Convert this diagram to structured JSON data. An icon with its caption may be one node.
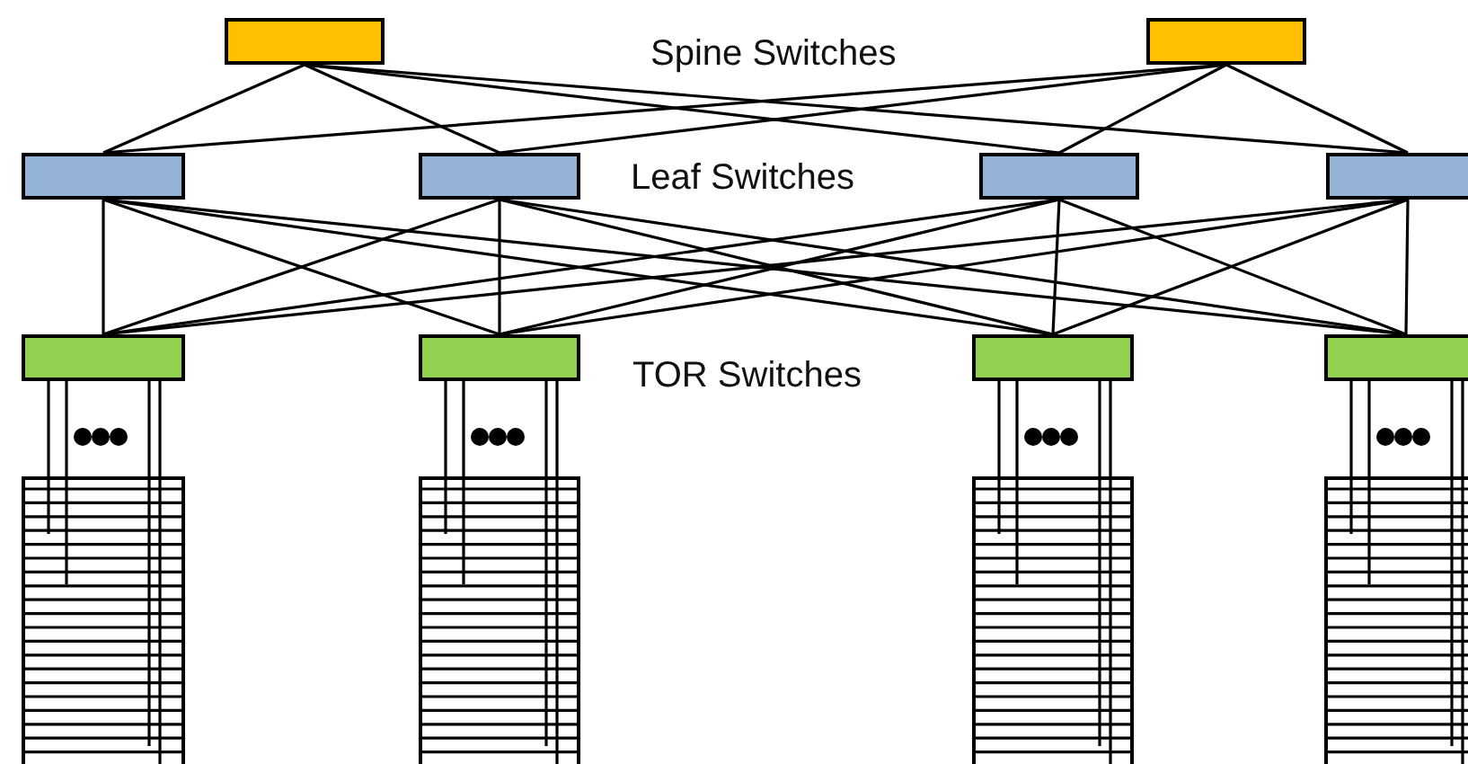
{
  "diagram": {
    "nodes": [
      {
        "text": [],
        "shape": "box"
      },
      {
        "text": [],
        "shape": "box"
      },
      {
        "text": [],
        "shape": "box"
      },
      {
        "text": [],
        "shape": "box"
      },
      {
        "text": [],
        "shape": "box"
      },
      {
        "text": [],
        "shape": "box"
      },
      {
        "text": [],
        "shape": "box"
      },
      {
        "text": [],
        "shape": "box"
      },
      {
        "text": [],
        "shape": "box"
      },
      {
        "text": [],
        "shape": "box"
      },
      {
        "text": [],
        "shape": "rack"
      },
      {
        "text": [],
        "shape": "rack"
      },
      {
        "text": [],
        "shape": "rack"
      },
      {
        "text": [],
        "shape": "rack"
      }
    ],
    "edges": [
      {
        "from": 0,
        "to": 2,
        "arrow": "none"
      },
      {
        "from": 0,
        "to": 3,
        "arrow": "none"
      },
      {
        "from": 0,
        "to": 4,
        "arrow": "none"
      },
      {
        "from": 0,
        "to": 5,
        "arrow": "none"
      },
      {
        "from": 1,
        "to": 2,
        "arrow": "none"
      },
      {
        "from": 1,
        "to": 3,
        "arrow": "none"
      },
      {
        "from": 1,
        "to": 4,
        "arrow": "none"
      },
      {
        "from": 1,
        "to": 5,
        "arrow": "none"
      },
      {
        "from": 2,
        "to": 6,
        "arrow": "none"
      },
      {
        "from": 2,
        "to": 7,
        "arrow": "none"
      },
      {
        "from": 2,
        "to": 8,
        "arrow": "none"
      },
      {
        "from": 2,
        "to": 9,
        "arrow": "none"
      },
      {
        "from": 3,
        "to": 6,
        "arrow": "none"
      },
      {
        "from": 3,
        "to": 7,
        "arrow": "none"
      },
      {
        "from": 3,
        "to": 8,
        "arrow": "none"
      },
      {
        "from": 3,
        "to": 9,
        "arrow": "none"
      },
      {
        "from": 4,
        "to": 6,
        "arrow": "none"
      },
      {
        "from": 4,
        "to": 7,
        "arrow": "none"
      },
      {
        "from": 4,
        "to": 8,
        "arrow": "none"
      },
      {
        "from": 4,
        "to": 9,
        "arrow": "none"
      },
      {
        "from": 5,
        "to": 6,
        "arrow": "none"
      },
      {
        "from": 5,
        "to": 7,
        "arrow": "none"
      },
      {
        "from": 5,
        "to": 8,
        "arrow": "none"
      },
      {
        "from": 5,
        "to": 9,
        "arrow": "none"
      },
      {
        "from": 6,
        "to": 10,
        "arrow": "none"
      },
      {
        "from": 6,
        "to": 10,
        "arrow": "none"
      },
      {
        "from": 6,
        "to": 10,
        "arrow": "none"
      },
      {
        "from": 6,
        "to": 10,
        "arrow": "none"
      },
      {
        "from": 7,
        "to": 11,
        "arrow": "none"
      },
      {
        "from": 7,
        "to": 11,
        "arrow": "none"
      },
      {
        "from": 7,
        "to": 11,
        "arrow": "none"
      },
      {
        "from": 7,
        "to": 11,
        "arrow": "none"
      },
      {
        "from": 8,
        "to": 12,
        "arrow": "none"
      },
      {
        "from": 8,
        "to": 12,
        "arrow": "none"
      },
      {
        "from": 8,
        "to": 12,
        "arrow": "none"
      },
      {
        "from": 8,
        "to": 12,
        "arrow": "none"
      },
      {
        "from": 9,
        "to": 13,
        "arrow": "none"
      },
      {
        "from": 9,
        "to": 13,
        "arrow": "none"
      },
      {
        "from": 9,
        "to": 13,
        "arrow": "none"
      },
      {
        "from": 9,
        "to": 13,
        "arrow": "none"
      }
    ],
    "labels": [
      "Spine Switches",
      "Leaf Switches",
      "TOR Switches"
    ]
  }
}
